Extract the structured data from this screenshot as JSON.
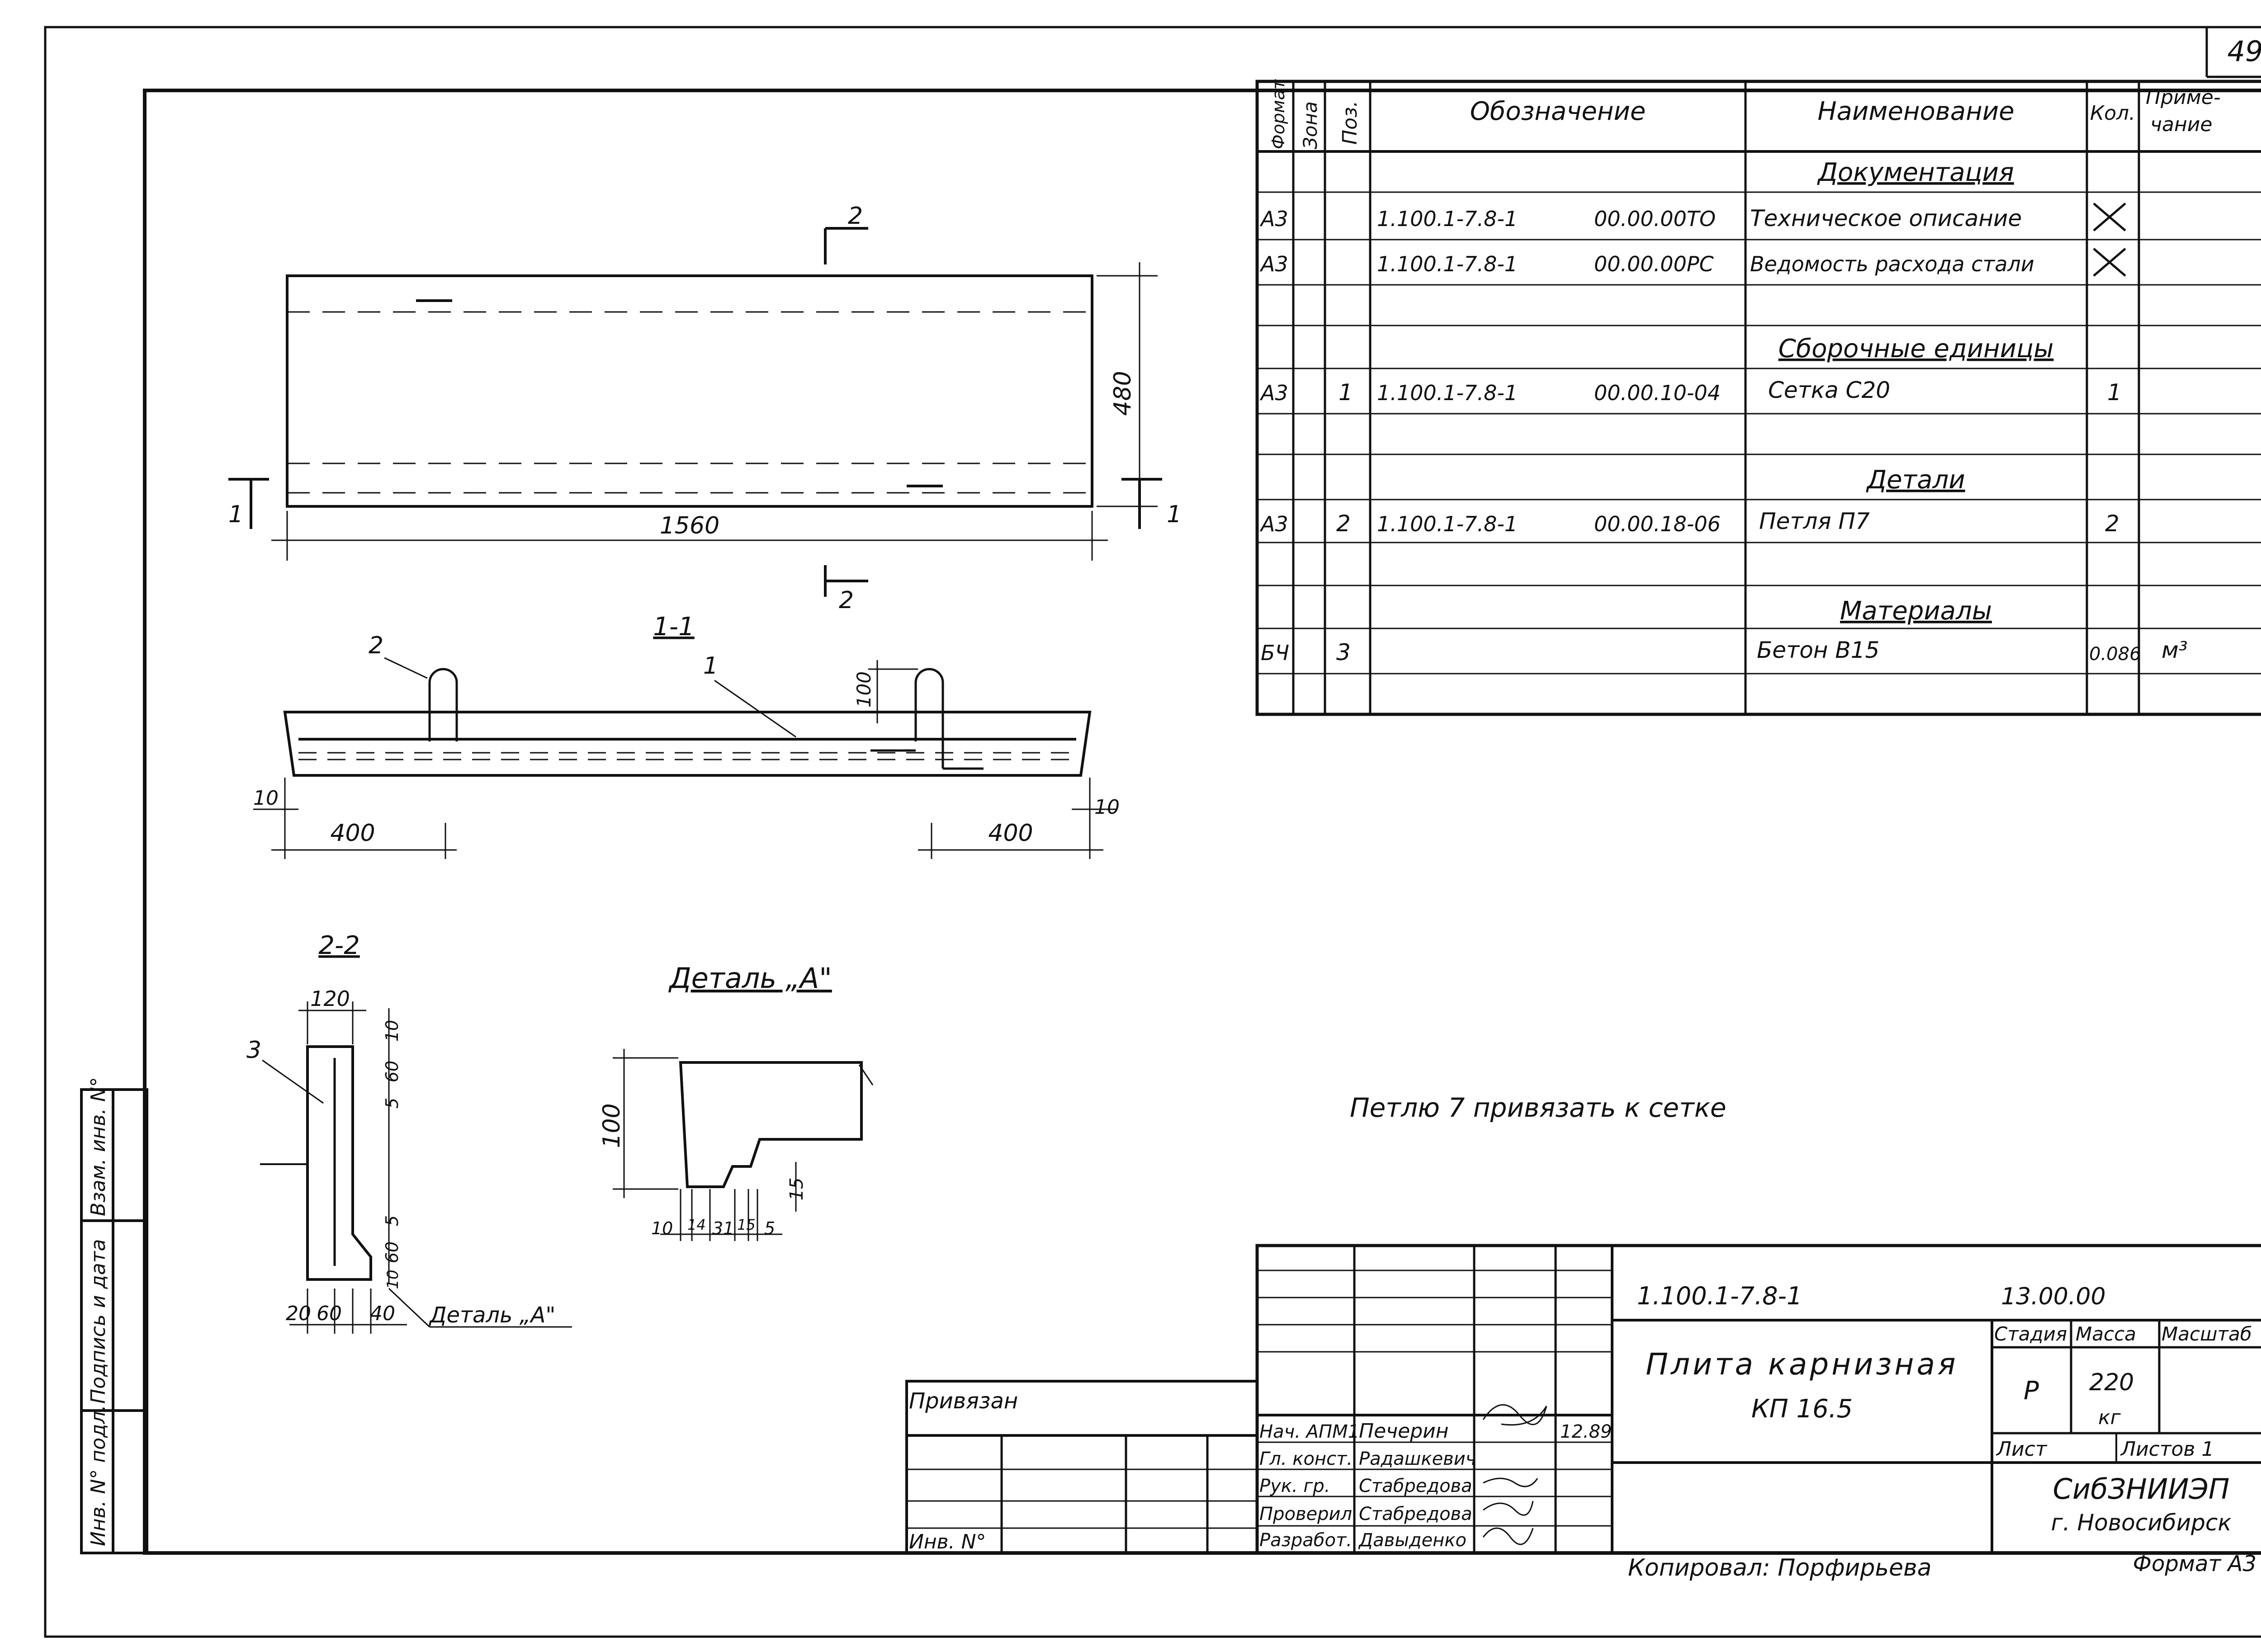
{
  "sheet_number": "49",
  "spec_table": {
    "headers": {
      "format": "Формат",
      "zone": "Зона",
      "pos": "Поз.",
      "designation": "Обозначение",
      "name": "Наименование",
      "qty": "Кол.",
      "note_line1": "Приме-",
      "note_line2": "чание"
    },
    "sections": {
      "documentation": "Документация",
      "assembly_units": "Сборочные единицы",
      "details": "Детали",
      "materials": "Материалы"
    },
    "rows": [
      {
        "format": "А3",
        "pos": "",
        "designation": "1.100.1-7.8-1",
        "code": "00.00.00ТО",
        "name": "Техническое описание",
        "qty": "",
        "note": ""
      },
      {
        "format": "А3",
        "pos": "",
        "designation": "1.100.1-7.8-1",
        "code": "00.00.00РС",
        "name": "Ведомость расхода стали",
        "qty": "",
        "note": ""
      },
      {
        "format": "А3",
        "pos": "1",
        "designation": "1.100.1-7.8-1",
        "code": "00.00.10-04",
        "name": "Сетка С20",
        "qty": "1",
        "note": ""
      },
      {
        "format": "А3",
        "pos": "2",
        "designation": "1.100.1-7.8-1",
        "code": "00.00.18-06",
        "name": "Петля П7",
        "qty": "2",
        "note": ""
      },
      {
        "format": "БЧ",
        "pos": "3",
        "designation": "",
        "code": "",
        "name": "Бетон В15",
        "qty": "0.086",
        "note": "м³"
      }
    ]
  },
  "plan_view": {
    "dim_length": "1560",
    "dim_width": "480",
    "section_mark_1": "1",
    "section_mark_2": "2"
  },
  "section_1_1": {
    "title": "1-1",
    "callout_pos1": "1",
    "callout_pos2": "2",
    "dim_loop_height": "100",
    "dim_edge_left": "10",
    "dim_edge_right": "10",
    "dim_left": "400",
    "dim_right": "400"
  },
  "section_2_2": {
    "title": "2-2",
    "callout_pos3": "3",
    "dim_top_width": "120",
    "dim_10": "10",
    "dim_60a": "60",
    "dim_5a": "5",
    "dim_5b": "5",
    "dim_60b": "60",
    "dim_10b": "10",
    "dim_bottom_20": "20",
    "dim_bottom_60": "60",
    "dim_bottom_40": "40",
    "detail_ref": "Деталь „А\""
  },
  "detail_a": {
    "title": "Деталь „А\"",
    "dim_100": "100",
    "dim_15": "15",
    "dim_10": "10",
    "dim_14": "14",
    "dim_31": "31",
    "dim_15b": "15",
    "dim_5": "5"
  },
  "note": "Петлю 7 привязать к сетке",
  "title_block": {
    "doc_code": "1.100.1-7.8-1",
    "doc_suffix": "13.00.00",
    "title_line1": "Плита карнизная",
    "title_line2": "КП 16.5",
    "stage_label": "Стадия",
    "mass_label": "Масса",
    "scale_label": "Масштаб",
    "stage_value": "Р",
    "mass_value": "220",
    "mass_unit": "кг",
    "sheet_label": "Лист",
    "sheets_label": "Листов 1",
    "org_line1": "СибЗНИИЭП",
    "org_line2": "г. Новосибирск",
    "tied_label": "Привязан",
    "inv_label": "Инв. N°",
    "roles": [
      {
        "role": "Нач. АПМ1",
        "name": "Печерин",
        "date": "12.89"
      },
      {
        "role": "Гл. конст.",
        "name": "Радашкевич",
        "date": ""
      },
      {
        "role": "Рук. гр.",
        "name": "Стабредова",
        "date": ""
      },
      {
        "role": "Проверил",
        "name": "Стабредова",
        "date": ""
      },
      {
        "role": "Разработ.",
        "name": "Давыденко",
        "date": ""
      }
    ],
    "copied": "Копировал: Порфирьева",
    "format": "Формат А3"
  },
  "side_stamp": {
    "inv_original": "Инв. N° подл.",
    "signature_date": "Подпись и дата",
    "replaces_inv": "Взам. инв. N°"
  }
}
